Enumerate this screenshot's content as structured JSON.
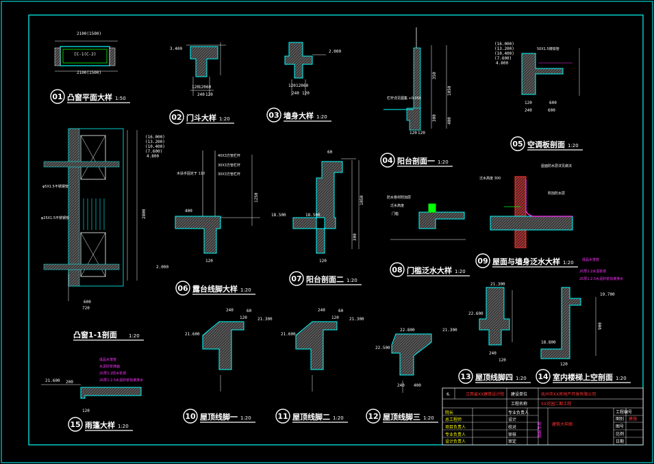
{
  "details": [
    {
      "num": "01",
      "title": "凸窗平面大样",
      "scale": "1:50"
    },
    {
      "num": "02",
      "title": "门斗大样",
      "scale": "1:20"
    },
    {
      "num": "03",
      "title": "墙身大样",
      "scale": "1:20"
    },
    {
      "num": "04",
      "title": "阳台剖面一",
      "scale": "1:20"
    },
    {
      "num": "05",
      "title": "空调板剖面",
      "scale": "1:20"
    },
    {
      "num": "06",
      "title": "露台线脚大样",
      "scale": "1:20"
    },
    {
      "num": "07",
      "title": "阳台剖面二",
      "scale": "1:20"
    },
    {
      "num": "08",
      "title": "门槛泛水大样",
      "scale": "1:20"
    },
    {
      "num": "09",
      "title": "屋面与墙身泛水大样",
      "scale": "1:20"
    },
    {
      "num": "",
      "title": "凸窗1-1剖面",
      "scale": "1:20"
    },
    {
      "num": "10",
      "title": "屋顶线脚一",
      "scale": "1:20"
    },
    {
      "num": "11",
      "title": "屋顶线脚二",
      "scale": "1:20"
    },
    {
      "num": "12",
      "title": "屋顶线脚三",
      "scale": "1:20"
    },
    {
      "num": "13",
      "title": "屋顶线脚四",
      "scale": "1:20"
    },
    {
      "num": "14",
      "title": "室内楼梯上空剖面",
      "scale": "1:20"
    },
    {
      "num": "15",
      "title": "雨篷大样",
      "scale": "1:20"
    }
  ],
  "dimensions": {
    "d01_top": "2100(1500)",
    "d01_bot": "2100(1500)",
    "d01_c": "[C-1(C-2)",
    "d02_level": "3.400",
    "d02_a": "120",
    "d02_b": "120",
    "d02_c": "60",
    "d02_d": "240",
    "d02_e": "120",
    "d03_level": "2.000",
    "d03_a": "120",
    "d03_b": "120",
    "d03_c": "60",
    "d03_d": "240",
    "d03_e": "120",
    "d04_a": "350",
    "d04_b": "1050",
    "d04_c": "300",
    "d04_d": "400",
    "d04_e": "120",
    "d04_f": "120",
    "d05_l1": "(16.000)",
    "d05_l2": "(13.200)",
    "d05_l3": "(10.400)",
    "d05_l4": "(7.600)",
    "d05_l5": "4.800",
    "d05_a": "120",
    "d05_b": "600",
    "d05_c": "240",
    "d05_d": "600",
    "d06_a": "1250",
    "d06_b": "400",
    "d06_c": "120",
    "d06_d": "18.500",
    "d07_a": "60",
    "d07_b": "1050",
    "d07_c": "300",
    "d07_d": "120",
    "d07_e": "18.500",
    "d0101_a": "600",
    "d0101_b": "720",
    "d0101_c": "2.000",
    "d0101_d": "(16.000)",
    "d0101_e": "(13.200)",
    "d0101_f": "(10.400)",
    "d0101_g": "(7.600)",
    "d0101_h": "4.800",
    "d0101_i": "2800",
    "d10_a": "21.600",
    "d10_b": "21.300",
    "d10_c": "240",
    "d10_d": "120",
    "d10_e": "60",
    "d11_a": "21.600",
    "d11_b": "21.300",
    "d11_c": "240",
    "d11_d": "120",
    "d11_e": "60",
    "d12_a": "22.800",
    "d12_b": "22.500",
    "d12_c": "21.300",
    "d12_d": "240",
    "d12_e": "400",
    "d13_a": "21.300",
    "d13_b": "22.600",
    "d13_c": "240",
    "d13_d": "120",
    "d14_a": "19.700",
    "d14_b": "18.800",
    "d14_c": "900",
    "d14_d": "120",
    "d15_a": "21.600",
    "d15_b": "120",
    "d15_c": "200"
  },
  "notes": {
    "n04": "栏杆详见图集 +0.050",
    "n05": "50X1.5铸铁管",
    "n06a": "40X3方管栏杆",
    "n06b": "30X3方管栏杆",
    "n06c": "30X3方管栏杆",
    "n06d": "木扶手固定于 110",
    "n08a": "防水卷材附加层",
    "n08b": "泛水高度",
    "n08c": "门槛",
    "n09a": "屋面防水层详见做法",
    "n09b": "泛水高度 300",
    "n09c": "附加防水层",
    "n0101a": "φ5X1.5不锈钢管",
    "n0101b": "φ25X1.5不锈钢管"
  },
  "pink_notes": {
    "p09": [
      "成品水落管",
      "20厚1:2水泥砂浆",
      "20厚1:2.5水泥砂浆找坡排水"
    ],
    "p15": [
      "成品水落管",
      "水泥砂浆抹面",
      "20厚1:2防水砂浆",
      "20厚1:2.5水泥砂浆找坡排水"
    ]
  },
  "title_block": {
    "serial": "6.",
    "institute": "江西省XX建筑设计院",
    "field_owner": "建设单位",
    "owner": "抚州市XX房地产开发有限公司",
    "field_project": "工程名称",
    "project": "XX花园二期工程",
    "drawing_title": "建筑大样图",
    "rows_left": [
      "院长",
      "总工程师",
      "项目负责人",
      "专业负责人",
      "设计负责人"
    ],
    "rows_mid_a": [
      "专业负责人",
      "设计",
      "校对",
      "审核",
      "审定"
    ],
    "rows_mid_b": [
      "",
      "",
      "",
      "",
      ""
    ],
    "field_right": [
      "工程编号",
      "图别",
      "图号",
      "比例",
      "日期"
    ],
    "right_vals": [
      "",
      "建施",
      "",
      "",
      ""
    ],
    "stamp": "图纸专用"
  },
  "colors": {
    "border": "#00ffff",
    "line": "#ffffff",
    "wall": "#ff3333",
    "accent": "#ffff00",
    "green": "#00ff00",
    "magenta": "#ff33ff",
    "hatch": "#ff6633"
  }
}
